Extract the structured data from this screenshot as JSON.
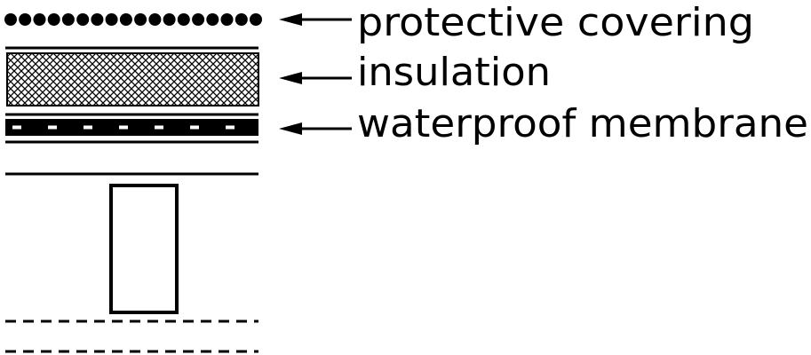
{
  "diagram": {
    "labels": {
      "protective_covering": "protective covering",
      "insulation": "insulation",
      "waterproof_membrane": "waterproof membrane"
    },
    "colors": {
      "ink": "#000000",
      "background": "#ffffff"
    }
  }
}
